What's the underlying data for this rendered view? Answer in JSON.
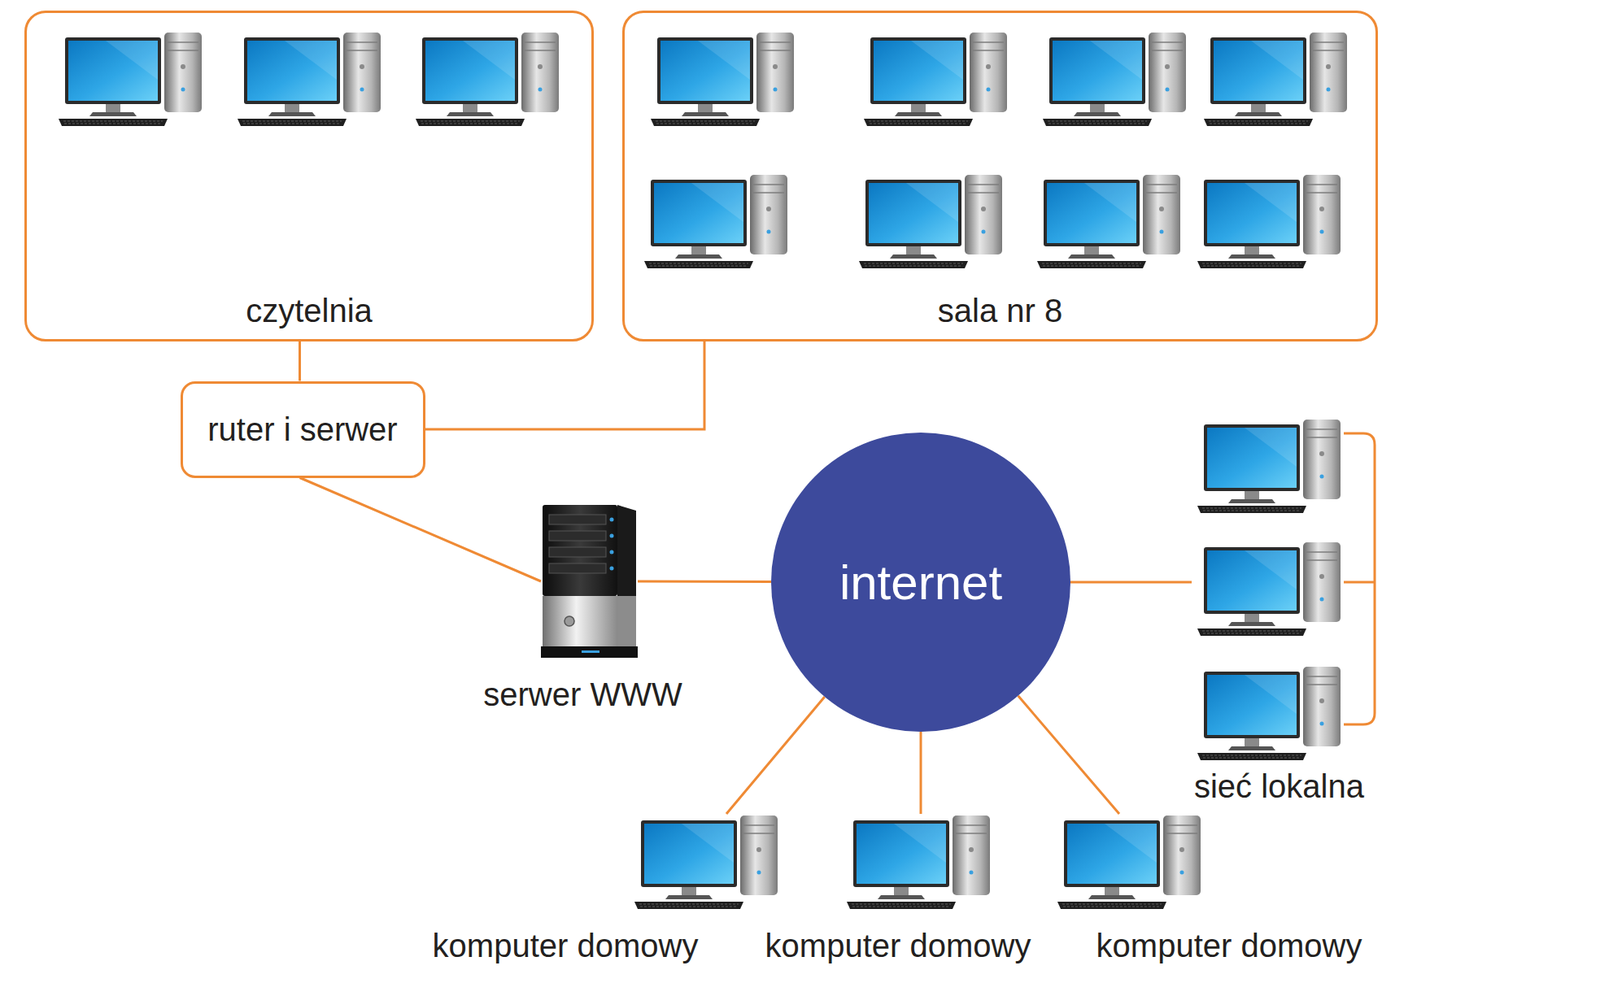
{
  "diagram": {
    "nodes": [
      {
        "text": [
          "czytelnia"
        ]
      },
      {
        "text": [
          "sala nr 8"
        ]
      },
      {
        "text": [
          "ruter i serwer"
        ]
      },
      {
        "text": [
          "serwer WWW"
        ]
      },
      {
        "text": [
          "internet"
        ]
      },
      {
        "text": [
          "sieć lokalna"
        ]
      },
      {
        "text": [
          "komputer domowy"
        ]
      },
      {
        "text": [
          "komputer domowy"
        ]
      },
      {
        "text": [
          "komputer domowy"
        ]
      }
    ],
    "edges": [
      {
        "from": 0,
        "to": 2,
        "arrow": "none"
      },
      {
        "from": 1,
        "to": 2,
        "arrow": "none"
      },
      {
        "from": 2,
        "to": 3,
        "arrow": "none"
      },
      {
        "from": 3,
        "to": 4,
        "arrow": "none"
      },
      {
        "from": 4,
        "to": 5,
        "arrow": "none"
      },
      {
        "from": 4,
        "to": 6,
        "arrow": "none"
      },
      {
        "from": 4,
        "to": 7,
        "arrow": "none"
      },
      {
        "from": 4,
        "to": 8,
        "arrow": "none"
      }
    ]
  }
}
